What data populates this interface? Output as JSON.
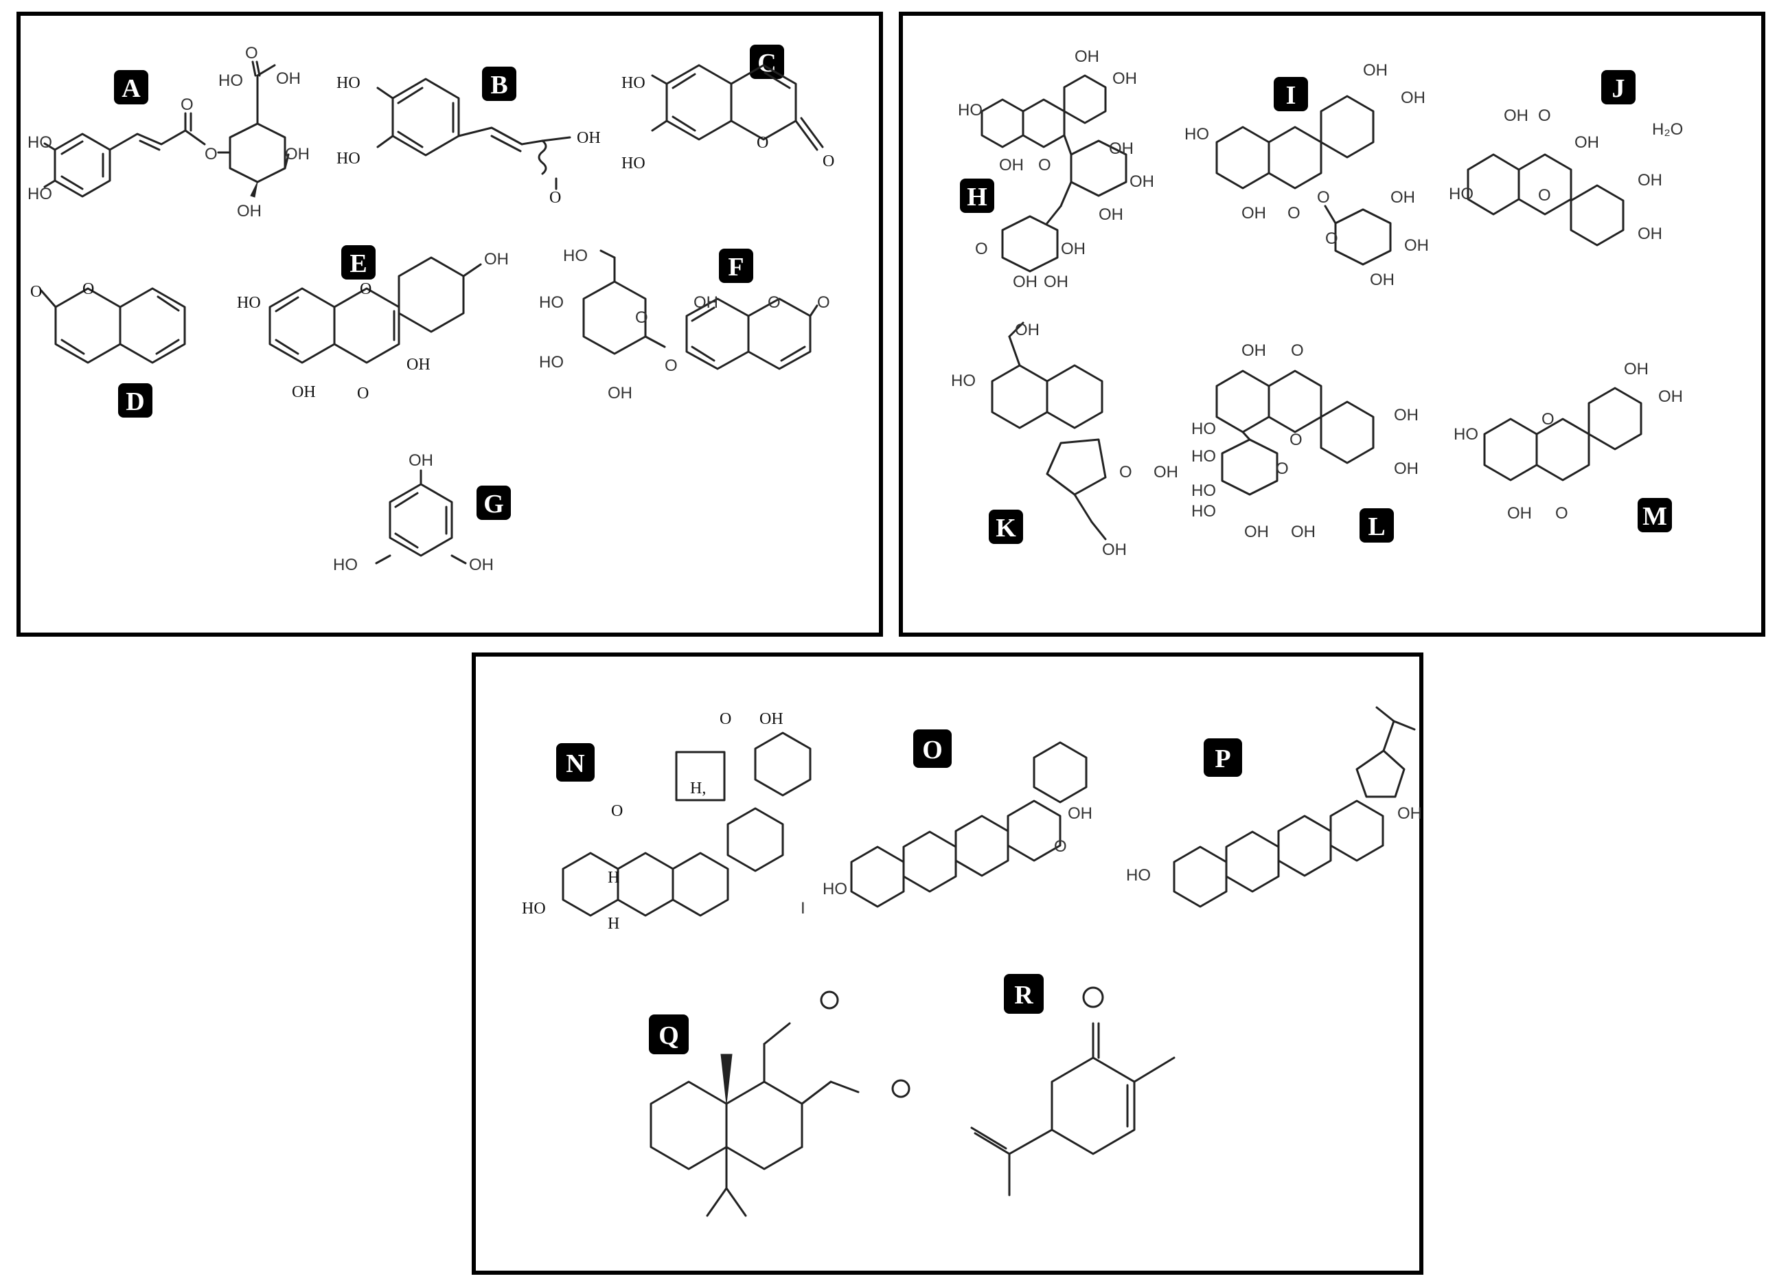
{
  "colors": {
    "ink": "#222222",
    "badge": "#000000",
    "badge_text": "#ffffff",
    "frame": "#000000"
  },
  "panels": [
    {
      "id": "panel-1",
      "compounds": [
        "A",
        "B",
        "C",
        "D",
        "E",
        "F",
        "G"
      ]
    },
    {
      "id": "panel-2",
      "compounds": [
        "H",
        "I",
        "J",
        "K",
        "L",
        "M"
      ]
    },
    {
      "id": "panel-3",
      "compounds": [
        "N",
        "O",
        "P",
        "Q",
        "R"
      ]
    }
  ],
  "labels": {
    "A": "A",
    "B": "B",
    "C": "C",
    "D": "D",
    "E": "E",
    "F": "F",
    "G": "G",
    "H": "H",
    "I": "I",
    "J": "J",
    "K": "K",
    "L": "L",
    "M": "M",
    "N": "N",
    "O": "O",
    "P": "P",
    "Q": "Q",
    "R": "R"
  },
  "atoms": {
    "oh": "OH",
    "ho": "HO",
    "o": "O",
    "h": "H",
    "h2": "H,",
    "h2o": "H₂O",
    "cursor": "I"
  }
}
